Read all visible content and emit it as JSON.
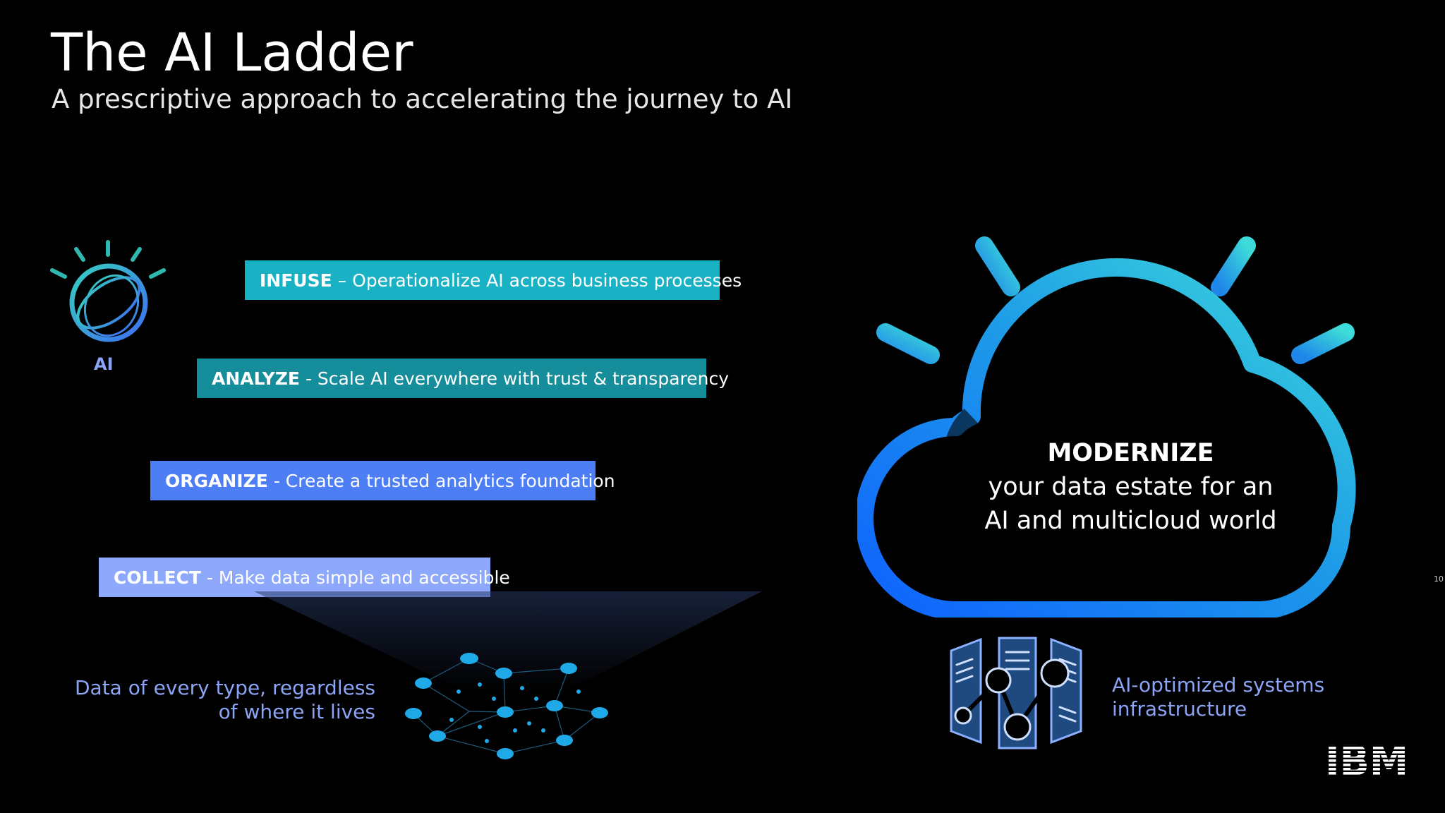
{
  "header": {
    "title": "The AI Ladder",
    "subtitle": "A prescriptive approach to accelerating the journey to AI"
  },
  "ai_badge": {
    "icon": "watson-icon",
    "label": "AI"
  },
  "ladder": [
    {
      "step": "INFUSE",
      "text": "– Operationalize AI across business processes",
      "color": "#19b1c4"
    },
    {
      "step": "ANALYZE",
      "text": "- Scale AI everywhere with trust & transparency",
      "color": "#158d9b"
    },
    {
      "step": "ORGANIZE",
      "text": "- Create a trusted analytics foundation",
      "color": "#4d7ef5"
    },
    {
      "step": "COLLECT",
      "text": "- Make data simple and accessible",
      "color": "#8ea8fb"
    }
  ],
  "data_caption": "Data of every type, regardless of where it lives",
  "cloud": {
    "icon": "cloud-icon",
    "heading": "MODERNIZE",
    "line1": "your data estate for an",
    "line2": "AI and multicloud world"
  },
  "infra": {
    "icon": "server-rack-icon",
    "caption": "AI-optimized systems infrastructure"
  },
  "page_number": "10",
  "logo": {
    "icon": "ibm-logo-icon",
    "text": "IBM"
  }
}
